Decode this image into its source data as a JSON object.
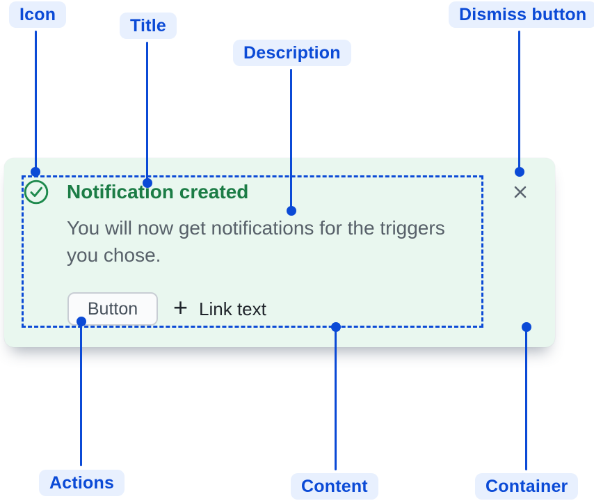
{
  "annotations": {
    "icon": {
      "label": "Icon"
    },
    "title": {
      "label": "Title"
    },
    "description": {
      "label": "Description"
    },
    "dismiss_button": {
      "label": "Dismiss button"
    },
    "actions": {
      "label": "Actions"
    },
    "content": {
      "label": "Content"
    },
    "container": {
      "label": "Container"
    }
  },
  "flag": {
    "status_icon": "check-circle-icon",
    "title": "Notification created",
    "description": "You will now get notifications for the triggers you chose.",
    "actions": {
      "button_label": "Button",
      "link_plus_glyph": "+",
      "link_label": "Link text"
    },
    "dismiss_icon": "cross-icon"
  },
  "colors": {
    "annotation_blue": "#0B4AD6",
    "annotation_pill_bg": "#E8F0FE",
    "success_green_icon": "#1E8A4D",
    "success_green_title": "#1B7C45",
    "flag_background": "#E9F7EF",
    "description_text": "#576069",
    "dismiss_gray": "#5B6470"
  }
}
